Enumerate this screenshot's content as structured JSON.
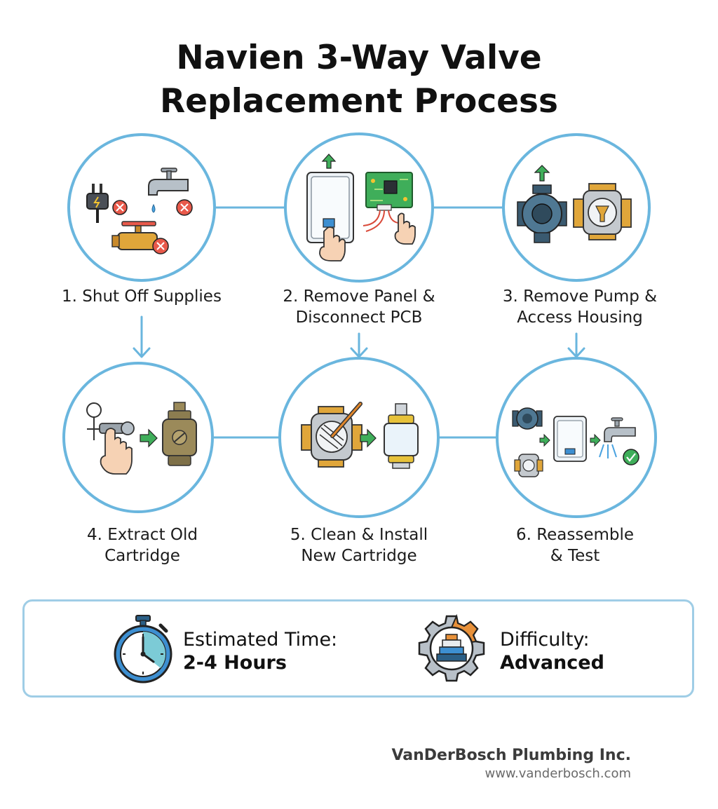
{
  "title": {
    "line1": "Navien 3-Way Valve",
    "line2": "Replacement Process"
  },
  "steps": [
    {
      "line1": "1. Shut Off Supplies",
      "line2": "",
      "icon": "shutoff-icon"
    },
    {
      "line1": "2. Remove Panel &",
      "line2": "Disconnect PCB",
      "icon": "panel-pcb-icon"
    },
    {
      "line1": "3. Remove Pump &",
      "line2": "Access Housing",
      "icon": "pump-housing-icon"
    },
    {
      "line1": "4. Extract Old",
      "line2": "Cartridge",
      "icon": "extract-cartridge-icon"
    },
    {
      "line1": "5. Clean & Install",
      "line2": "New Cartridge",
      "icon": "clean-install-icon"
    },
    {
      "line1": "6. Reassemble",
      "line2": "& Test",
      "icon": "reassemble-test-icon"
    }
  ],
  "info": {
    "time_label": "Estimated Time:",
    "time_value": "2-4 Hours",
    "difficulty_label": "Difficulty:",
    "difficulty_value": "Advanced"
  },
  "brand": {
    "name": "VanDerBosch Plumbing Inc.",
    "url": "www.vanderbosch.com"
  },
  "colors": {
    "accent": "#6ab6de",
    "border": "#9fcde6",
    "red_x": "#e8594a",
    "green": "#3fae5a",
    "brass": "#e0a63a"
  }
}
